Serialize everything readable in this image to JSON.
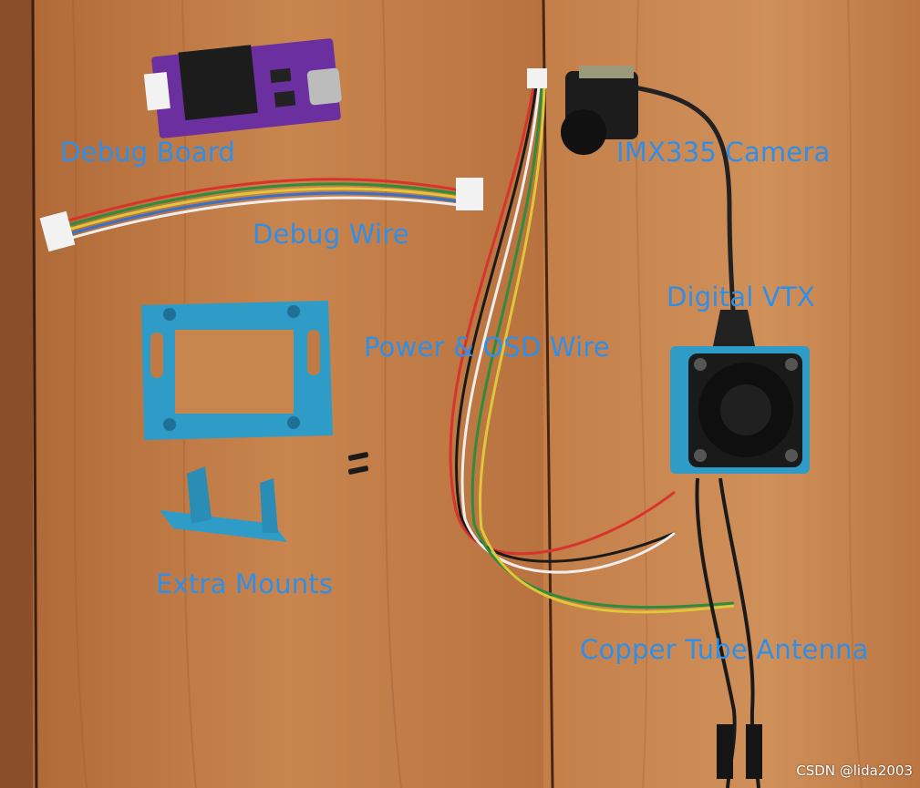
{
  "labels": {
    "debug_board": "Debug Board",
    "debug_wire": "Debug Wire",
    "extra_mounts": "Extra Mounts",
    "power_osd_wire": "Power & OSD Wire",
    "camera": "IMX335 Camera",
    "digital_vtx": "Digital VTX",
    "antenna": "Copper Tube Antenna"
  },
  "watermark": "CSDN @lida2003",
  "colors": {
    "label": "#2f8fe8",
    "wood": "#c27a44",
    "pcb": "#6b2fa0",
    "print": "#2f9cc8"
  }
}
